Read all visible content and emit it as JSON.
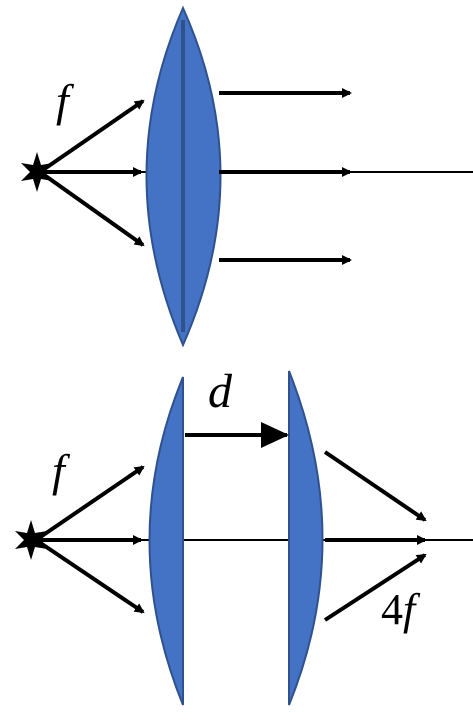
{
  "top_diagram": {
    "focal_label": "f"
  },
  "bottom_diagram": {
    "focal_label": "f",
    "separation_label": "d",
    "image_distance_number": "4",
    "image_distance_symbol": "f"
  },
  "colors": {
    "lens_fill": "#4472C4",
    "lens_stroke": "#2F528F",
    "line": "#000000"
  }
}
